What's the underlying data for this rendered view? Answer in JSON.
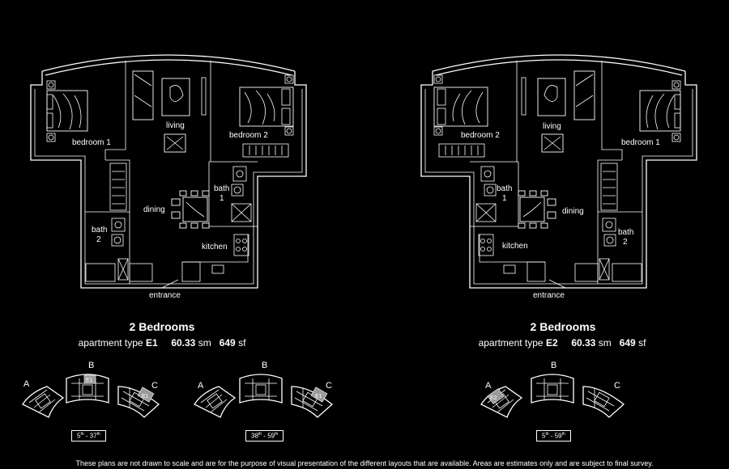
{
  "plan_left": {
    "title": "2 Bedrooms",
    "type_prefix": "apartment  type",
    "type_code": "E1",
    "area_sm_value": "60.33",
    "area_sm_unit": "sm",
    "area_sf_value": "649",
    "area_sf_unit": "sf",
    "rooms": {
      "bedroom_1": "bedroom 1",
      "living": "living",
      "bedroom_2": "bedroom 2",
      "bath_1_a": "bath",
      "bath_1_b": "1",
      "dining": "dining",
      "bath_2_a": "bath",
      "bath_2_b": "2",
      "kitchen": "kitchen",
      "entrance": "entrance"
    }
  },
  "plan_right": {
    "title": "2 Bedrooms",
    "type_prefix": "apartment  type",
    "type_code": "E2",
    "area_sm_value": "60.33",
    "area_sm_unit": "sm",
    "area_sf_value": "649",
    "area_sf_unit": "sf",
    "rooms": {
      "bedroom_2": "bedroom 2",
      "living": "living",
      "bedroom_1": "bedroom 1",
      "bath_1_a": "bath",
      "bath_1_b": "1",
      "dining": "dining",
      "kitchen": "kitchen",
      "bath_2_a": "bath",
      "bath_2_b": "2",
      "entrance": "entrance"
    }
  },
  "keyplans": [
    {
      "tower_a": "A",
      "tower_b": "B",
      "tower_c": "C",
      "unit_b": "E1",
      "unit_c": "E1",
      "floor_start": "5",
      "floor_start_sfx": "th",
      "floor_sep": " - ",
      "floor_end": "37",
      "floor_end_sfx": "th"
    },
    {
      "tower_a": "A",
      "tower_b": "B",
      "tower_c": "C",
      "unit_c": "E1",
      "floor_start": "38",
      "floor_start_sfx": "th",
      "floor_sep": " - ",
      "floor_end": "59",
      "floor_end_sfx": "th"
    },
    {
      "tower_a": "A",
      "tower_b": "B",
      "tower_c": "C",
      "unit_a": "E2",
      "floor_start": "5",
      "floor_start_sfx": "th",
      "floor_sep": " - ",
      "floor_end": "59",
      "floor_end_sfx": "th"
    }
  ],
  "disclaimer": "These plans are not drawn to scale and are for the purpose of visual presentation of the different layouts that are available. Areas are estimates only and are subject to final survey.",
  "icons": {
    "north": "north-arrow-icon"
  },
  "colors": {
    "background": "#000000",
    "lines": "#ffffff",
    "highlight_unit": "#9a9a9a"
  }
}
